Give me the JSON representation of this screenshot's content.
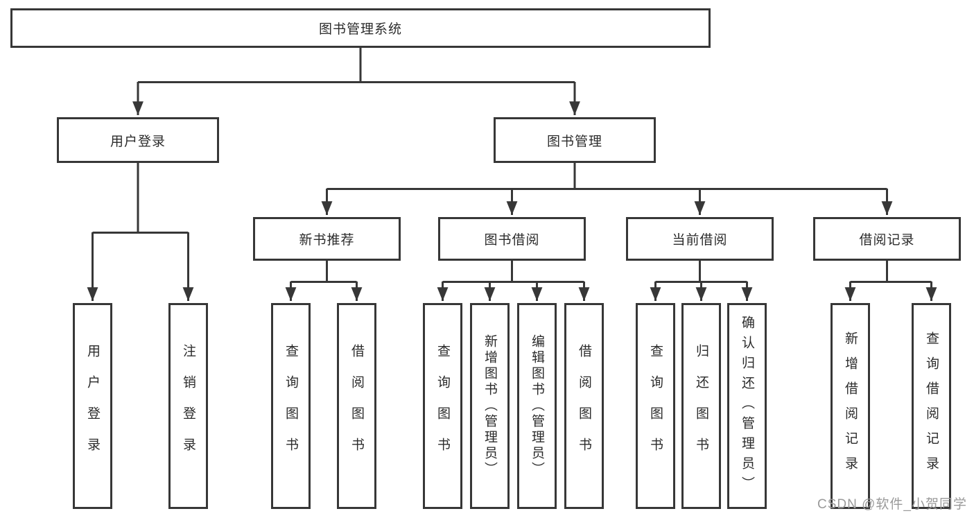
{
  "diagram_title": "图书管理系统",
  "tree": {
    "root": {
      "label": "图书管理系统",
      "children": [
        {
          "label": "用户登录",
          "children": [
            {
              "label": "用户登录"
            },
            {
              "label": "注销登录"
            }
          ]
        },
        {
          "label": "图书管理",
          "children": [
            {
              "label": "新书推荐",
              "children": [
                {
                  "label": "查询图书"
                },
                {
                  "label": "借阅图书"
                }
              ]
            },
            {
              "label": "图书借阅",
              "children": [
                {
                  "label": "查询图书"
                },
                {
                  "label": "新增图书（管理员）"
                },
                {
                  "label": "编辑图书（管理员）"
                },
                {
                  "label": "借阅图书"
                }
              ]
            },
            {
              "label": "当前借阅",
              "children": [
                {
                  "label": "查询图书"
                },
                {
                  "label": "归还图书"
                },
                {
                  "label": "确认归还（管理员）"
                }
              ]
            },
            {
              "label": "借阅记录",
              "children": [
                {
                  "label": "新增借阅记录"
                },
                {
                  "label": "查询借阅记录"
                }
              ]
            }
          ]
        }
      ]
    }
  },
  "watermark": {
    "text": "CSDN @软件_小贺同学"
  },
  "colors": {
    "line": "#373737",
    "box_border": "#373737",
    "text": "#2b2b2b",
    "background": "#ffffff",
    "watermark": "#9a9a9a"
  }
}
